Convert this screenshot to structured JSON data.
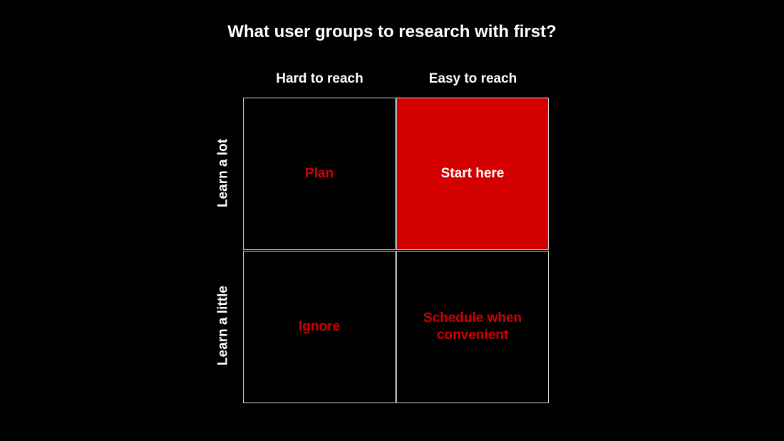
{
  "title": "What user groups to research with first?",
  "columns": [
    "Hard to reach",
    "Easy to reach"
  ],
  "rows": [
    "Learn a lot",
    "Learn a little"
  ],
  "cells": {
    "hard_lot": "Plan",
    "easy_lot": "Start here",
    "hard_little": "Ignore",
    "easy_little": "Schedule when convenient"
  },
  "colors": {
    "accent": "#d40000",
    "background": "#000000",
    "text": "#ffffff"
  }
}
